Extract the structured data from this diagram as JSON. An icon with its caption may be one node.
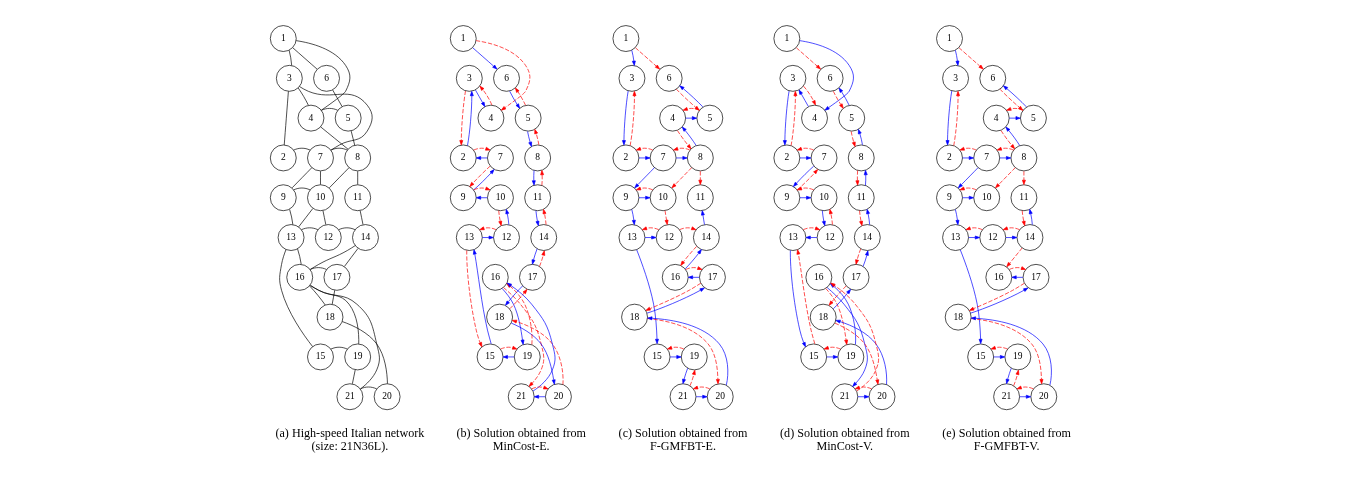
{
  "diagram": {
    "nodes": [
      {
        "text": [
          "1"
        ]
      },
      {
        "text": [
          "2"
        ]
      },
      {
        "text": [
          "3"
        ]
      },
      {
        "text": [
          "4"
        ]
      },
      {
        "text": [
          "5"
        ]
      },
      {
        "text": [
          "6"
        ]
      },
      {
        "text": [
          "7"
        ]
      },
      {
        "text": [
          "8"
        ]
      },
      {
        "text": [
          "9"
        ]
      },
      {
        "text": [
          "10"
        ]
      },
      {
        "text": [
          "11"
        ]
      },
      {
        "text": [
          "12"
        ]
      },
      {
        "text": [
          "13"
        ]
      },
      {
        "text": [
          "14"
        ]
      },
      {
        "text": [
          "15"
        ]
      },
      {
        "text": [
          "16"
        ]
      },
      {
        "text": [
          "17"
        ]
      },
      {
        "text": [
          "18"
        ]
      },
      {
        "text": [
          "19"
        ]
      },
      {
        "text": [
          "20"
        ]
      },
      {
        "text": [
          "21"
        ]
      },
      {
        "text": [
          "1"
        ]
      },
      {
        "text": [
          "2"
        ]
      },
      {
        "text": [
          "3"
        ]
      },
      {
        "text": [
          "4"
        ]
      },
      {
        "text": [
          "5"
        ]
      },
      {
        "text": [
          "6"
        ]
      },
      {
        "text": [
          "7"
        ]
      },
      {
        "text": [
          "8"
        ]
      },
      {
        "text": [
          "9"
        ]
      },
      {
        "text": [
          "10"
        ]
      },
      {
        "text": [
          "11"
        ]
      },
      {
        "text": [
          "12"
        ]
      },
      {
        "text": [
          "13"
        ]
      },
      {
        "text": [
          "14"
        ]
      },
      {
        "text": [
          "15"
        ]
      },
      {
        "text": [
          "16"
        ]
      },
      {
        "text": [
          "17"
        ]
      },
      {
        "text": [
          "18"
        ]
      },
      {
        "text": [
          "19"
        ]
      },
      {
        "text": [
          "20"
        ]
      },
      {
        "text": [
          "21"
        ]
      },
      {
        "text": [
          "1"
        ]
      },
      {
        "text": [
          "2"
        ]
      },
      {
        "text": [
          "3"
        ]
      },
      {
        "text": [
          "4"
        ]
      },
      {
        "text": [
          "5"
        ]
      },
      {
        "text": [
          "6"
        ]
      },
      {
        "text": [
          "7"
        ]
      },
      {
        "text": [
          "8"
        ]
      },
      {
        "text": [
          "9"
        ]
      },
      {
        "text": [
          "10"
        ]
      },
      {
        "text": [
          "11"
        ]
      },
      {
        "text": [
          "12"
        ]
      },
      {
        "text": [
          "13"
        ]
      },
      {
        "text": [
          "14"
        ]
      },
      {
        "text": [
          "15"
        ]
      },
      {
        "text": [
          "16"
        ]
      },
      {
        "text": [
          "17"
        ]
      },
      {
        "text": [
          "18"
        ]
      },
      {
        "text": [
          "19"
        ]
      },
      {
        "text": [
          "20"
        ]
      },
      {
        "text": [
          "21"
        ]
      },
      {
        "text": [
          "1"
        ]
      },
      {
        "text": [
          "2"
        ]
      },
      {
        "text": [
          "3"
        ]
      },
      {
        "text": [
          "4"
        ]
      },
      {
        "text": [
          "5"
        ]
      },
      {
        "text": [
          "6"
        ]
      },
      {
        "text": [
          "7"
        ]
      },
      {
        "text": [
          "8"
        ]
      },
      {
        "text": [
          "9"
        ]
      },
      {
        "text": [
          "10"
        ]
      },
      {
        "text": [
          "11"
        ]
      },
      {
        "text": [
          "12"
        ]
      },
      {
        "text": [
          "13"
        ]
      },
      {
        "text": [
          "14"
        ]
      },
      {
        "text": [
          "15"
        ]
      },
      {
        "text": [
          "16"
        ]
      },
      {
        "text": [
          "17"
        ]
      },
      {
        "text": [
          "18"
        ]
      },
      {
        "text": [
          "19"
        ]
      },
      {
        "text": [
          "20"
        ]
      },
      {
        "text": [
          "21"
        ]
      },
      {
        "text": [
          "1"
        ]
      },
      {
        "text": [
          "2"
        ]
      },
      {
        "text": [
          "3"
        ]
      },
      {
        "text": [
          "4"
        ]
      },
      {
        "text": [
          "5"
        ]
      },
      {
        "text": [
          "6"
        ]
      },
      {
        "text": [
          "7"
        ]
      },
      {
        "text": [
          "8"
        ]
      },
      {
        "text": [
          "9"
        ]
      },
      {
        "text": [
          "10"
        ]
      },
      {
        "text": [
          "11"
        ]
      },
      {
        "text": [
          "12"
        ]
      },
      {
        "text": [
          "13"
        ]
      },
      {
        "text": [
          "14"
        ]
      },
      {
        "text": [
          "15"
        ]
      },
      {
        "text": [
          "16"
        ]
      },
      {
        "text": [
          "17"
        ]
      },
      {
        "text": [
          "18"
        ]
      },
      {
        "text": [
          "19"
        ]
      },
      {
        "text": [
          "20"
        ]
      },
      {
        "text": [
          "21"
        ]
      }
    ],
    "edges": [
      {
        "from": 0,
        "to": 2,
        "arrow": "none",
        "color": "#000000"
      },
      {
        "from": 0,
        "to": 3,
        "arrow": "none",
        "color": "#000000"
      },
      {
        "from": 0,
        "to": 5,
        "arrow": "none",
        "color": "#000000"
      },
      {
        "from": 2,
        "to": 1,
        "arrow": "none",
        "color": "#000000"
      },
      {
        "from": 2,
        "to": 3,
        "arrow": "none",
        "color": "#000000"
      },
      {
        "from": 2,
        "to": 6,
        "arrow": "none",
        "color": "#000000"
      },
      {
        "from": 3,
        "to": 4,
        "arrow": "none",
        "color": "#000000"
      },
      {
        "from": 3,
        "to": 7,
        "arrow": "none",
        "color": "#000000"
      },
      {
        "from": 4,
        "to": 5,
        "arrow": "none",
        "color": "#000000"
      },
      {
        "from": 4,
        "to": 7,
        "arrow": "none",
        "color": "#000000"
      },
      {
        "from": 1,
        "to": 6,
        "arrow": "none",
        "color": "#000000"
      },
      {
        "from": 6,
        "to": 7,
        "arrow": "none",
        "color": "#000000"
      },
      {
        "from": 6,
        "to": 8,
        "arrow": "none",
        "color": "#000000"
      },
      {
        "from": 6,
        "to": 9,
        "arrow": "none",
        "color": "#000000"
      },
      {
        "from": 7,
        "to": 9,
        "arrow": "none",
        "color": "#000000"
      },
      {
        "from": 7,
        "to": 10,
        "arrow": "none",
        "color": "#000000"
      },
      {
        "from": 8,
        "to": 9,
        "arrow": "none",
        "color": "#000000"
      },
      {
        "from": 8,
        "to": 12,
        "arrow": "none",
        "color": "#000000"
      },
      {
        "from": 9,
        "to": 12,
        "arrow": "none",
        "color": "#000000"
      },
      {
        "from": 9,
        "to": 11,
        "arrow": "none",
        "color": "#000000"
      },
      {
        "from": 10,
        "to": 13,
        "arrow": "none",
        "color": "#000000"
      },
      {
        "from": 12,
        "to": 11,
        "arrow": "none",
        "color": "#000000"
      },
      {
        "from": 11,
        "to": 13,
        "arrow": "none",
        "color": "#000000"
      },
      {
        "from": 12,
        "to": 15,
        "arrow": "none",
        "color": "#000000"
      },
      {
        "from": 12,
        "to": 14,
        "arrow": "none",
        "color": "#000000"
      },
      {
        "from": 13,
        "to": 15,
        "arrow": "none",
        "color": "#000000"
      },
      {
        "from": 13,
        "to": 16,
        "arrow": "none",
        "color": "#000000"
      },
      {
        "from": 15,
        "to": 16,
        "arrow": "none",
        "color": "#000000"
      },
      {
        "from": 15,
        "to": 17,
        "arrow": "none",
        "color": "#000000"
      },
      {
        "from": 15,
        "to": 18,
        "arrow": "none",
        "color": "#000000"
      },
      {
        "from": 15,
        "to": 20,
        "arrow": "none",
        "color": "#000000"
      },
      {
        "from": 16,
        "to": 17,
        "arrow": "none",
        "color": "#000000"
      },
      {
        "from": 17,
        "to": 19,
        "arrow": "none",
        "color": "#000000"
      },
      {
        "from": 14,
        "to": 18,
        "arrow": "none",
        "color": "#000000"
      },
      {
        "from": 18,
        "to": 20,
        "arrow": "none",
        "color": "#000000"
      },
      {
        "from": 20,
        "to": 19,
        "arrow": "none",
        "color": "#000000"
      },
      {
        "from": 21,
        "to": 26,
        "arrow": "to",
        "color": "#0000ff"
      },
      {
        "from": 21,
        "to": 24,
        "arrow": "to",
        "style": "dashed",
        "color": "#ff0000"
      },
      {
        "from": 23,
        "to": 24,
        "arrow": "to",
        "color": "#0000ff"
      },
      {
        "from": 24,
        "to": 23,
        "arrow": "to",
        "style": "dashed",
        "color": "#ff0000"
      },
      {
        "from": 22,
        "to": 23,
        "arrow": "to",
        "color": "#0000ff"
      },
      {
        "from": 23,
        "to": 22,
        "arrow": "to",
        "style": "dashed",
        "color": "#ff0000"
      },
      {
        "from": 27,
        "to": 22,
        "arrow": "to",
        "color": "#0000ff"
      },
      {
        "from": 22,
        "to": 27,
        "arrow": "to",
        "style": "dashed",
        "color": "#ff0000"
      },
      {
        "from": 29,
        "to": 27,
        "arrow": "to",
        "color": "#0000ff"
      },
      {
        "from": 27,
        "to": 29,
        "arrow": "to",
        "style": "dashed",
        "color": "#ff0000"
      },
      {
        "from": 30,
        "to": 29,
        "arrow": "to",
        "color": "#0000ff"
      },
      {
        "from": 29,
        "to": 30,
        "arrow": "to",
        "style": "dashed",
        "color": "#ff0000"
      },
      {
        "from": 32,
        "to": 30,
        "arrow": "to",
        "color": "#0000ff"
      },
      {
        "from": 30,
        "to": 32,
        "arrow": "to",
        "style": "dashed",
        "color": "#ff0000"
      },
      {
        "from": 33,
        "to": 32,
        "arrow": "to",
        "color": "#0000ff"
      },
      {
        "from": 32,
        "to": 33,
        "arrow": "to",
        "style": "dashed",
        "color": "#ff0000"
      },
      {
        "from": 35,
        "to": 33,
        "arrow": "to",
        "color": "#0000ff"
      },
      {
        "from": 33,
        "to": 35,
        "arrow": "to",
        "style": "dashed",
        "color": "#ff0000"
      },
      {
        "from": 39,
        "to": 35,
        "arrow": "to",
        "color": "#0000ff"
      },
      {
        "from": 35,
        "to": 39,
        "arrow": "to",
        "style": "dashed",
        "color": "#ff0000"
      },
      {
        "from": 36,
        "to": 39,
        "arrow": "to",
        "color": "#0000ff"
      },
      {
        "from": 39,
        "to": 36,
        "arrow": "to",
        "style": "dashed",
        "color": "#ff0000"
      },
      {
        "from": 41,
        "to": 36,
        "arrow": "to",
        "color": "#0000ff"
      },
      {
        "from": 36,
        "to": 41,
        "arrow": "to",
        "style": "dashed",
        "color": "#ff0000"
      },
      {
        "from": 40,
        "to": 41,
        "arrow": "to",
        "color": "#0000ff"
      },
      {
        "from": 41,
        "to": 40,
        "arrow": "to",
        "style": "dashed",
        "color": "#ff0000"
      },
      {
        "from": 38,
        "to": 40,
        "arrow": "to",
        "color": "#0000ff"
      },
      {
        "from": 40,
        "to": 38,
        "arrow": "to",
        "style": "dashed",
        "color": "#ff0000"
      },
      {
        "from": 37,
        "to": 38,
        "arrow": "to",
        "color": "#0000ff"
      },
      {
        "from": 38,
        "to": 37,
        "arrow": "to",
        "style": "dashed",
        "color": "#ff0000"
      },
      {
        "from": 34,
        "to": 37,
        "arrow": "to",
        "color": "#0000ff"
      },
      {
        "from": 37,
        "to": 34,
        "arrow": "to",
        "style": "dashed",
        "color": "#ff0000"
      },
      {
        "from": 31,
        "to": 34,
        "arrow": "to",
        "color": "#0000ff"
      },
      {
        "from": 34,
        "to": 31,
        "arrow": "to",
        "style": "dashed",
        "color": "#ff0000"
      },
      {
        "from": 28,
        "to": 31,
        "arrow": "to",
        "color": "#0000ff"
      },
      {
        "from": 31,
        "to": 28,
        "arrow": "to",
        "style": "dashed",
        "color": "#ff0000"
      },
      {
        "from": 25,
        "to": 28,
        "arrow": "to",
        "color": "#0000ff"
      },
      {
        "from": 28,
        "to": 25,
        "arrow": "to",
        "style": "dashed",
        "color": "#ff0000"
      },
      {
        "from": 26,
        "to": 25,
        "arrow": "to",
        "color": "#0000ff"
      },
      {
        "from": 25,
        "to": 26,
        "arrow": "to",
        "style": "dashed",
        "color": "#ff0000"
      },
      {
        "from": 42,
        "to": 44,
        "arrow": "to",
        "color": "#0000ff"
      },
      {
        "from": 42,
        "to": 47,
        "arrow": "to",
        "style": "dashed",
        "color": "#ff0000"
      },
      {
        "from": 44,
        "to": 43,
        "arrow": "to",
        "color": "#0000ff"
      },
      {
        "from": 43,
        "to": 44,
        "arrow": "to",
        "style": "dashed",
        "color": "#ff0000"
      },
      {
        "from": 43,
        "to": 48,
        "arrow": "to",
        "color": "#0000ff"
      },
      {
        "from": 48,
        "to": 43,
        "arrow": "to",
        "style": "dashed",
        "color": "#ff0000"
      },
      {
        "from": 48,
        "to": 49,
        "arrow": "to",
        "color": "#0000ff"
      },
      {
        "from": 49,
        "to": 48,
        "arrow": "to",
        "style": "dashed",
        "color": "#ff0000"
      },
      {
        "from": 49,
        "to": 45,
        "arrow": "to",
        "color": "#0000ff"
      },
      {
        "from": 45,
        "to": 49,
        "arrow": "to",
        "style": "dashed",
        "color": "#ff0000"
      },
      {
        "from": 45,
        "to": 46,
        "arrow": "to",
        "color": "#0000ff"
      },
      {
        "from": 46,
        "to": 45,
        "arrow": "to",
        "style": "dashed",
        "color": "#ff0000"
      },
      {
        "from": 46,
        "to": 47,
        "arrow": "to",
        "color": "#0000ff"
      },
      {
        "from": 47,
        "to": 46,
        "arrow": "to",
        "style": "dashed",
        "color": "#ff0000"
      },
      {
        "from": 48,
        "to": 50,
        "arrow": "to",
        "color": "#0000ff"
      },
      {
        "from": 50,
        "to": 51,
        "arrow": "to",
        "color": "#0000ff"
      },
      {
        "from": 51,
        "to": 50,
        "arrow": "to",
        "style": "dashed",
        "color": "#ff0000"
      },
      {
        "from": 49,
        "to": 51,
        "arrow": "to",
        "style": "dashed",
        "color": "#ff0000"
      },
      {
        "from": 49,
        "to": 52,
        "arrow": "to",
        "style": "dashed",
        "color": "#ff0000"
      },
      {
        "from": 50,
        "to": 54,
        "arrow": "to",
        "color": "#0000ff"
      },
      {
        "from": 51,
        "to": 53,
        "arrow": "to",
        "style": "dashed",
        "color": "#ff0000"
      },
      {
        "from": 54,
        "to": 53,
        "arrow": "to",
        "color": "#0000ff"
      },
      {
        "from": 53,
        "to": 54,
        "arrow": "to",
        "style": "dashed",
        "color": "#ff0000"
      },
      {
        "from": 53,
        "to": 55,
        "arrow": "to",
        "style": "dashed",
        "color": "#ff0000"
      },
      {
        "from": 55,
        "to": 52,
        "arrow": "to",
        "color": "#0000ff"
      },
      {
        "from": 57,
        "to": 55,
        "arrow": "to",
        "color": "#0000ff"
      },
      {
        "from": 55,
        "to": 57,
        "arrow": "to",
        "style": "dashed",
        "color": "#ff0000"
      },
      {
        "from": 58,
        "to": 57,
        "arrow": "to",
        "color": "#0000ff"
      },
      {
        "from": 57,
        "to": 58,
        "arrow": "to",
        "style": "dashed",
        "color": "#ff0000"
      },
      {
        "from": 59,
        "to": 58,
        "arrow": "to",
        "color": "#0000ff"
      },
      {
        "from": 58,
        "to": 59,
        "arrow": "to",
        "style": "dashed",
        "color": "#ff0000"
      },
      {
        "from": 61,
        "to": 59,
        "arrow": "to",
        "color": "#0000ff"
      },
      {
        "from": 59,
        "to": 61,
        "arrow": "to",
        "style": "dashed",
        "color": "#ff0000"
      },
      {
        "from": 62,
        "to": 61,
        "arrow": "to",
        "color": "#0000ff"
      },
      {
        "from": 61,
        "to": 62,
        "arrow": "to",
        "style": "dashed",
        "color": "#ff0000"
      },
      {
        "from": 60,
        "to": 62,
        "arrow": "to",
        "color": "#0000ff"
      },
      {
        "from": 62,
        "to": 60,
        "arrow": "to",
        "style": "dashed",
        "color": "#ff0000"
      },
      {
        "from": 56,
        "to": 60,
        "arrow": "to",
        "color": "#0000ff"
      },
      {
        "from": 60,
        "to": 56,
        "arrow": "to",
        "style": "dashed",
        "color": "#ff0000"
      },
      {
        "from": 54,
        "to": 56,
        "arrow": "to",
        "color": "#0000ff"
      },
      {
        "from": 63,
        "to": 66,
        "arrow": "to",
        "color": "#0000ff"
      },
      {
        "from": 63,
        "to": 68,
        "arrow": "to",
        "style": "dashed",
        "color": "#ff0000"
      },
      {
        "from": 66,
        "to": 65,
        "arrow": "to",
        "color": "#0000ff"
      },
      {
        "from": 65,
        "to": 66,
        "arrow": "to",
        "style": "dashed",
        "color": "#ff0000"
      },
      {
        "from": 65,
        "to": 64,
        "arrow": "to",
        "color": "#0000ff"
      },
      {
        "from": 64,
        "to": 65,
        "arrow": "to",
        "style": "dashed",
        "color": "#ff0000"
      },
      {
        "from": 64,
        "to": 69,
        "arrow": "to",
        "color": "#0000ff"
      },
      {
        "from": 69,
        "to": 64,
        "arrow": "to",
        "style": "dashed",
        "color": "#ff0000"
      },
      {
        "from": 69,
        "to": 71,
        "arrow": "to",
        "color": "#0000ff"
      },
      {
        "from": 71,
        "to": 69,
        "arrow": "to",
        "style": "dashed",
        "color": "#ff0000"
      },
      {
        "from": 71,
        "to": 72,
        "arrow": "to",
        "color": "#0000ff"
      },
      {
        "from": 72,
        "to": 71,
        "arrow": "to",
        "style": "dashed",
        "color": "#ff0000"
      },
      {
        "from": 72,
        "to": 74,
        "arrow": "to",
        "color": "#0000ff"
      },
      {
        "from": 74,
        "to": 72,
        "arrow": "to",
        "style": "dashed",
        "color": "#ff0000"
      },
      {
        "from": 74,
        "to": 75,
        "arrow": "to",
        "color": "#0000ff"
      },
      {
        "from": 75,
        "to": 74,
        "arrow": "to",
        "style": "dashed",
        "color": "#ff0000"
      },
      {
        "from": 75,
        "to": 77,
        "arrow": "to",
        "color": "#0000ff"
      },
      {
        "from": 77,
        "to": 75,
        "arrow": "to",
        "style": "dashed",
        "color": "#ff0000"
      },
      {
        "from": 77,
        "to": 81,
        "arrow": "to",
        "color": "#0000ff"
      },
      {
        "from": 81,
        "to": 77,
        "arrow": "to",
        "style": "dashed",
        "color": "#ff0000"
      },
      {
        "from": 81,
        "to": 78,
        "arrow": "to",
        "color": "#0000ff"
      },
      {
        "from": 78,
        "to": 81,
        "arrow": "to",
        "style": "dashed",
        "color": "#ff0000"
      },
      {
        "from": 78,
        "to": 83,
        "arrow": "to",
        "color": "#0000ff"
      },
      {
        "from": 83,
        "to": 78,
        "arrow": "to",
        "style": "dashed",
        "color": "#ff0000"
      },
      {
        "from": 83,
        "to": 82,
        "arrow": "to",
        "color": "#0000ff"
      },
      {
        "from": 82,
        "to": 83,
        "arrow": "to",
        "style": "dashed",
        "color": "#ff0000"
      },
      {
        "from": 82,
        "to": 80,
        "arrow": "to",
        "color": "#0000ff"
      },
      {
        "from": 80,
        "to": 82,
        "arrow": "to",
        "style": "dashed",
        "color": "#ff0000"
      },
      {
        "from": 80,
        "to": 79,
        "arrow": "to",
        "color": "#0000ff"
      },
      {
        "from": 79,
        "to": 80,
        "arrow": "to",
        "style": "dashed",
        "color": "#ff0000"
      },
      {
        "from": 79,
        "to": 76,
        "arrow": "to",
        "color": "#0000ff"
      },
      {
        "from": 76,
        "to": 79,
        "arrow": "to",
        "style": "dashed",
        "color": "#ff0000"
      },
      {
        "from": 76,
        "to": 73,
        "arrow": "to",
        "color": "#0000ff"
      },
      {
        "from": 73,
        "to": 76,
        "arrow": "to",
        "style": "dashed",
        "color": "#ff0000"
      },
      {
        "from": 73,
        "to": 70,
        "arrow": "to",
        "color": "#0000ff"
      },
      {
        "from": 70,
        "to": 73,
        "arrow": "to",
        "style": "dashed",
        "color": "#ff0000"
      },
      {
        "from": 70,
        "to": 67,
        "arrow": "to",
        "color": "#0000ff"
      },
      {
        "from": 67,
        "to": 70,
        "arrow": "to",
        "style": "dashed",
        "color": "#ff0000"
      },
      {
        "from": 67,
        "to": 68,
        "arrow": "to",
        "color": "#0000ff"
      },
      {
        "from": 68,
        "to": 67,
        "arrow": "to",
        "style": "dashed",
        "color": "#ff0000"
      },
      {
        "from": 84,
        "to": 86,
        "arrow": "to",
        "color": "#0000ff"
      },
      {
        "from": 84,
        "to": 89,
        "arrow": "to",
        "style": "dashed",
        "color": "#ff0000"
      },
      {
        "from": 86,
        "to": 85,
        "arrow": "to",
        "color": "#0000ff"
      },
      {
        "from": 85,
        "to": 86,
        "arrow": "to",
        "style": "dashed",
        "color": "#ff0000"
      },
      {
        "from": 85,
        "to": 90,
        "arrow": "to",
        "color": "#0000ff"
      },
      {
        "from": 90,
        "to": 85,
        "arrow": "to",
        "style": "dashed",
        "color": "#ff0000"
      },
      {
        "from": 90,
        "to": 91,
        "arrow": "to",
        "color": "#0000ff"
      },
      {
        "from": 91,
        "to": 90,
        "arrow": "to",
        "style": "dashed",
        "color": "#ff0000"
      },
      {
        "from": 91,
        "to": 87,
        "arrow": "to",
        "color": "#0000ff"
      },
      {
        "from": 87,
        "to": 91,
        "arrow": "to",
        "style": "dashed",
        "color": "#ff0000"
      },
      {
        "from": 87,
        "to": 88,
        "arrow": "to",
        "color": "#0000ff"
      },
      {
        "from": 88,
        "to": 87,
        "arrow": "to",
        "style": "dashed",
        "color": "#ff0000"
      },
      {
        "from": 88,
        "to": 89,
        "arrow": "to",
        "color": "#0000ff"
      },
      {
        "from": 89,
        "to": 88,
        "arrow": "to",
        "style": "dashed",
        "color": "#ff0000"
      },
      {
        "from": 90,
        "to": 92,
        "arrow": "to",
        "color": "#0000ff"
      },
      {
        "from": 92,
        "to": 93,
        "arrow": "to",
        "color": "#0000ff"
      },
      {
        "from": 93,
        "to": 92,
        "arrow": "to",
        "style": "dashed",
        "color": "#ff0000"
      },
      {
        "from": 91,
        "to": 93,
        "arrow": "to",
        "style": "dashed",
        "color": "#ff0000"
      },
      {
        "from": 91,
        "to": 94,
        "arrow": "to",
        "style": "dashed",
        "color": "#ff0000"
      },
      {
        "from": 92,
        "to": 96,
        "arrow": "to",
        "color": "#0000ff"
      },
      {
        "from": 96,
        "to": 95,
        "arrow": "to",
        "color": "#0000ff"
      },
      {
        "from": 95,
        "to": 96,
        "arrow": "to",
        "style": "dashed",
        "color": "#ff0000"
      },
      {
        "from": 95,
        "to": 97,
        "arrow": "to",
        "color": "#0000ff"
      },
      {
        "from": 97,
        "to": 95,
        "arrow": "to",
        "style": "dashed",
        "color": "#ff0000"
      },
      {
        "from": 97,
        "to": 94,
        "arrow": "to",
        "color": "#0000ff"
      },
      {
        "from": 94,
        "to": 97,
        "arrow": "to",
        "style": "dashed",
        "color": "#ff0000"
      },
      {
        "from": 97,
        "to": 99,
        "arrow": "to",
        "style": "dashed",
        "color": "#ff0000"
      },
      {
        "from": 100,
        "to": 99,
        "arrow": "to",
        "color": "#0000ff"
      },
      {
        "from": 99,
        "to": 100,
        "arrow": "to",
        "style": "dashed",
        "color": "#ff0000"
      },
      {
        "from": 101,
        "to": 100,
        "arrow": "to",
        "color": "#0000ff"
      },
      {
        "from": 100,
        "to": 101,
        "arrow": "to",
        "style": "dashed",
        "color": "#ff0000"
      },
      {
        "from": 103,
        "to": 101,
        "arrow": "to",
        "color": "#0000ff"
      },
      {
        "from": 101,
        "to": 103,
        "arrow": "to",
        "style": "dashed",
        "color": "#ff0000"
      },
      {
        "from": 104,
        "to": 103,
        "arrow": "to",
        "color": "#0000ff"
      },
      {
        "from": 103,
        "to": 104,
        "arrow": "to",
        "style": "dashed",
        "color": "#ff0000"
      },
      {
        "from": 102,
        "to": 104,
        "arrow": "to",
        "color": "#0000ff"
      },
      {
        "from": 104,
        "to": 102,
        "arrow": "to",
        "style": "dashed",
        "color": "#ff0000"
      },
      {
        "from": 98,
        "to": 102,
        "arrow": "to",
        "color": "#0000ff"
      },
      {
        "from": 102,
        "to": 98,
        "arrow": "to",
        "style": "dashed",
        "color": "#ff0000"
      },
      {
        "from": 96,
        "to": 98,
        "arrow": "to",
        "color": "#0000ff"
      }
    ],
    "labels": [
      "(a) High-speed Italian network (size: 21N36L).",
      "(b) Solution obtained from MinCost-E.",
      "(c) Solution obtained from F-GMFBT-E.",
      "(d) Solution obtained from MinCost-V.",
      "(e) Solution obtained from F-GMFBT-V."
    ]
  }
}
